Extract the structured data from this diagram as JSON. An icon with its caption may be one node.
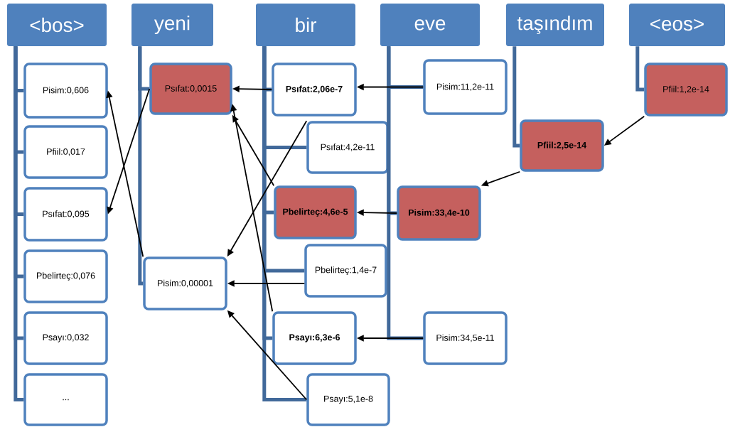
{
  "diagram": {
    "nodes": [
      {
        "text": [
          "<bos>"
        ]
      },
      {
        "text": [
          "yeni"
        ]
      },
      {
        "text": [
          "bir"
        ]
      },
      {
        "text": [
          "eve"
        ]
      },
      {
        "text": [
          "taşındım"
        ]
      },
      {
        "text": [
          "<eos>"
        ]
      },
      {
        "text": [
          "Pisim:0,606"
        ]
      },
      {
        "text": [
          "Pfiil:0,017"
        ]
      },
      {
        "text": [
          "Psıfat:0,095"
        ]
      },
      {
        "text": [
          "Pbelirteç:0,076"
        ]
      },
      {
        "text": [
          "Psayı:0,032"
        ]
      },
      {
        "text": [
          "..."
        ]
      },
      {
        "text": [
          "Psıfat:0,0015"
        ]
      },
      {
        "text": [
          "Pisim:0,00001"
        ]
      },
      {
        "text": [
          "Psıfat:2,06e-7"
        ]
      },
      {
        "text": [
          "Psıfat:4,2e-11"
        ]
      },
      {
        "text": [
          "Pbelirteç:4,6e-5"
        ]
      },
      {
        "text": [
          "Pbelirteç:1,4e-7"
        ]
      },
      {
        "text": [
          "Psayı:6,3e-6"
        ]
      },
      {
        "text": [
          "Psayı:5,1e-8"
        ]
      },
      {
        "text": [
          "Pisim:11,2e-11"
        ]
      },
      {
        "text": [
          "Pisim:33,4e-10"
        ]
      },
      {
        "text": [
          "Pisim:34,5e-11"
        ]
      },
      {
        "text": [
          "Pfiil:2,5e-14"
        ]
      },
      {
        "text": [
          "Pfiil:1,2e-14"
        ]
      }
    ],
    "edges": [
      {
        "from": 0,
        "to": 6,
        "arrow": "none"
      },
      {
        "from": 0,
        "to": 7,
        "arrow": "none"
      },
      {
        "from": 0,
        "to": 8,
        "arrow": "none"
      },
      {
        "from": 0,
        "to": 9,
        "arrow": "none"
      },
      {
        "from": 0,
        "to": 10,
        "arrow": "none"
      },
      {
        "from": 0,
        "to": 11,
        "arrow": "none"
      },
      {
        "from": 1,
        "to": 12,
        "arrow": "none"
      },
      {
        "from": 1,
        "to": 13,
        "arrow": "none"
      },
      {
        "from": 2,
        "to": 14,
        "arrow": "none"
      },
      {
        "from": 2,
        "to": 15,
        "arrow": "none"
      },
      {
        "from": 2,
        "to": 16,
        "arrow": "none"
      },
      {
        "from": 2,
        "to": 17,
        "arrow": "none"
      },
      {
        "from": 2,
        "to": 18,
        "arrow": "none"
      },
      {
        "from": 2,
        "to": 19,
        "arrow": "none"
      },
      {
        "from": 3,
        "to": 20,
        "arrow": "none"
      },
      {
        "from": 3,
        "to": 21,
        "arrow": "none"
      },
      {
        "from": 3,
        "to": 22,
        "arrow": "none"
      },
      {
        "from": 4,
        "to": 23,
        "arrow": "none"
      },
      {
        "from": 5,
        "to": 24,
        "arrow": "none"
      },
      {
        "from": 24,
        "to": 23,
        "arrow": "to",
        "color": "#000000"
      },
      {
        "from": 23,
        "to": 21,
        "arrow": "to",
        "color": "#000000"
      },
      {
        "from": 21,
        "to": 16,
        "arrow": "to",
        "color": "#000000"
      },
      {
        "from": 20,
        "to": 14,
        "arrow": "to",
        "color": "#000000"
      },
      {
        "from": 14,
        "to": 12,
        "arrow": "to",
        "color": "#000000"
      },
      {
        "from": 16,
        "to": 12,
        "arrow": "to",
        "color": "#000000"
      },
      {
        "from": 18,
        "to": 12,
        "arrow": "to",
        "color": "#000000"
      },
      {
        "from": 15,
        "to": 13,
        "arrow": "to",
        "color": "#000000"
      },
      {
        "from": 17,
        "to": 13,
        "arrow": "to",
        "color": "#000000"
      },
      {
        "from": 19,
        "to": 13,
        "arrow": "to",
        "color": "#000000"
      },
      {
        "from": 22,
        "to": 18,
        "arrow": "to",
        "color": "#000000"
      },
      {
        "from": 12,
        "to": 8,
        "arrow": "to",
        "color": "#000000"
      },
      {
        "from": 13,
        "to": 6,
        "arrow": "to",
        "color": "#000000"
      }
    ]
  }
}
